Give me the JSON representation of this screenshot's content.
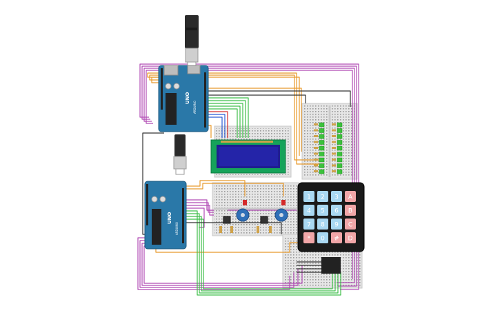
{
  "canvas": {
    "background": "#ffffff"
  },
  "colors": {
    "arduino_board": "#2a78a8",
    "breadboard": "#e3e3e3",
    "lcd_screen": "#2424a8",
    "lcd_frame": "#16a35a",
    "keypad_body": "#1a1a1a",
    "key_blue": "#a9d8f2",
    "key_red": "#f1a6a8",
    "pot_blue": "#2f6fb8",
    "wire_purple": "#b04bb4",
    "wire_orange": "#e8992a",
    "wire_green": "#3fbf4a",
    "wire_black": "#333333",
    "led_green": "#3cc23c",
    "led_red": "#d42a2a"
  },
  "arduinos": [
    {
      "id": "arduino-top",
      "logo_text": "UNO",
      "brand_text": "ARDUINO"
    },
    {
      "id": "arduino-bottom",
      "logo_text": "UNO",
      "brand_text": "ARDUINO"
    }
  ],
  "keypad": {
    "rows": [
      [
        {
          "label": "1",
          "color": "blue"
        },
        {
          "label": "2",
          "color": "blue"
        },
        {
          "label": "3",
          "color": "blue"
        },
        {
          "label": "A",
          "color": "red"
        }
      ],
      [
        {
          "label": "4",
          "color": "blue"
        },
        {
          "label": "5",
          "color": "blue"
        },
        {
          "label": "6",
          "color": "blue"
        },
        {
          "label": "B",
          "color": "red"
        }
      ],
      [
        {
          "label": "7",
          "color": "blue"
        },
        {
          "label": "8",
          "color": "blue"
        },
        {
          "label": "9",
          "color": "blue"
        },
        {
          "label": "C",
          "color": "red"
        }
      ],
      [
        {
          "label": "*",
          "color": "red"
        },
        {
          "label": "0",
          "color": "blue"
        },
        {
          "label": "#",
          "color": "red"
        },
        {
          "label": "D",
          "color": "red"
        }
      ]
    ]
  },
  "led_columns": {
    "left_count": 9,
    "right_count": 9
  },
  "icons": [
    "usb-cable-icon",
    "potentiometer-icon",
    "pushbutton-icon",
    "led-icon",
    "resistor-icon"
  ]
}
